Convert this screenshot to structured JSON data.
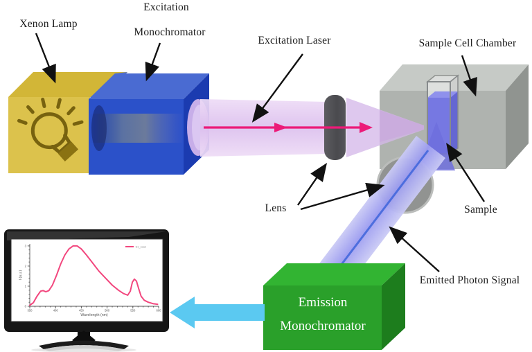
{
  "labels": {
    "xenon_lamp": "Xenon Lamp",
    "excitation": "Excitation",
    "excitation_monochromator": "Monochromator",
    "excitation_laser": "Excitation Laser",
    "sample_cell_chamber": "Sample Cell Chamber",
    "lens": "Lens",
    "sample": "Sample",
    "emitted_photon_signal": "Emitted Photon Signal",
    "emission_line1": "Emission",
    "emission_line2": "Monochromator"
  },
  "icons": {
    "lamp_icon": "lightbulb"
  },
  "colors": {
    "lamp_box": "#dcc24c",
    "lamp_box_top": "#d2b637",
    "mono_box": "#2b51c9",
    "mono_box_top": "#4a6bd2",
    "excitation_beam": "#e0c7ef",
    "laser": "#ec1a78",
    "lens_dark": "#505054",
    "chamber_front": "#afb3af",
    "chamber_top": "#c6cac6",
    "chamber_side": "#909490",
    "sample_liquid": "#7678e2",
    "emitted_beam": "#a3a3ee",
    "emitted_core": "#4468dd",
    "emission_box": "#2aa02a",
    "emission_box_top": "#32b432",
    "emission_box_side": "#1d7d1d",
    "signal_arrow": "#5bc9f1",
    "monitor_bezel": "#161616",
    "curve": "#f2477e"
  },
  "chart_data": {
    "type": "line",
    "title": "",
    "xlabel": "Wavelength (nm)",
    "ylabel": "I (a.u.)",
    "xlim": [
      350,
      600
    ],
    "ylim": [
      0,
      3.1
    ],
    "x_ticks": [
      350,
      400,
      450,
      500,
      550,
      600
    ],
    "x_minor_step": 10,
    "y_ticks": [
      0,
      1,
      2,
      3
    ],
    "y_minor_step": 0.2,
    "grid": false,
    "legend_position": "top-right",
    "series": [
      {
        "name": "S1_scan",
        "color": "#f2477e",
        "x": [
          350,
          357,
          364,
          371,
          376,
          381,
          387,
          394,
          402,
          410,
          418,
          426,
          434,
          442,
          450,
          460,
          472,
          484,
          497,
          510,
          522,
          532,
          540,
          545,
          549,
          553,
          557,
          561,
          566,
          572,
          580,
          589,
          598
        ],
        "y": [
          0.05,
          0.18,
          0.5,
          0.75,
          0.78,
          0.72,
          0.78,
          1.05,
          1.55,
          2.1,
          2.55,
          2.85,
          3.0,
          3.0,
          2.85,
          2.55,
          2.15,
          1.75,
          1.4,
          1.05,
          0.8,
          0.63,
          0.55,
          0.75,
          1.2,
          1.35,
          1.25,
          0.9,
          0.5,
          0.3,
          0.2,
          0.13,
          0.1
        ]
      }
    ]
  }
}
